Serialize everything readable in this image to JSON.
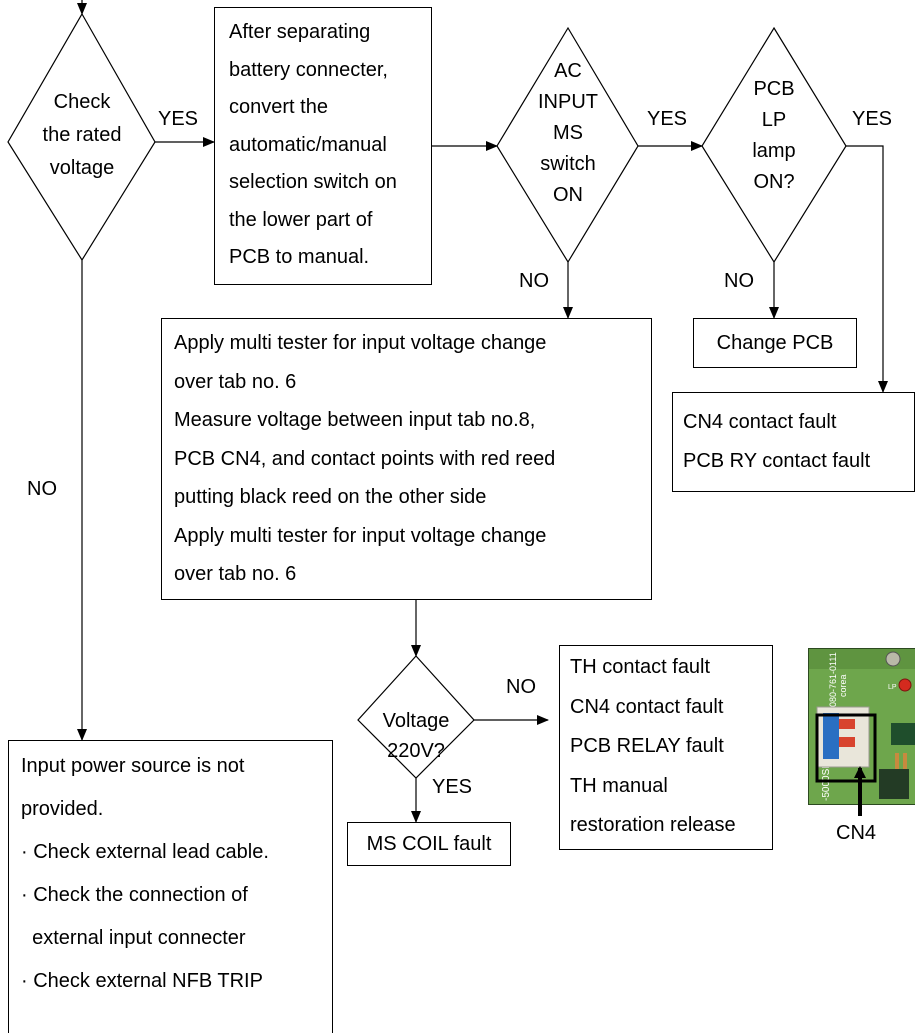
{
  "decisions": {
    "rated_voltage": [
      "Check",
      "the rated",
      "voltage"
    ],
    "ac_input": [
      "AC",
      "INPUT",
      "MS",
      "switch",
      "ON"
    ],
    "pcb_lamp": [
      "PCB",
      "LP",
      "lamp",
      "ON?"
    ],
    "voltage_220": [
      "Voltage",
      "220V?"
    ]
  },
  "boxes": {
    "separate_battery": [
      "After separating",
      "battery connecter,",
      "convert the",
      "automatic/manual",
      "selection switch on",
      "the lower part of",
      "PCB to manual."
    ],
    "change_pcb": "Change PCB",
    "cn4_faults": [
      "CN4 contact fault",
      "PCB RY contact fault"
    ],
    "multi_tester": [
      "Apply multi tester for input voltage change",
      "over tab no. 6",
      "Measure voltage between input tab no.8,",
      "PCB CN4, and contact points with red reed",
      "putting black reed on the other side",
      "Apply multi tester for input voltage change",
      "over tab no. 6"
    ],
    "th_faults": [
      "TH contact fault",
      "CN4 contact fault",
      "PCB RELAY fault",
      "TH manual",
      "restoration release"
    ],
    "ms_coil": "MS COIL fault",
    "input_power": {
      "lines": [
        "Input power source is not",
        "provided."
      ],
      "bullets": [
        "· Check external lead cable.",
        "· Check the connection of",
        "  external input connecter",
        "· Check external NFB TRIP"
      ]
    }
  },
  "labels": {
    "yes_1": "YES",
    "yes_2": "YES",
    "yes_3": "YES",
    "yes_4": "YES",
    "no_1": "NO",
    "no_2": "NO",
    "no_3": "NO",
    "no_4": "NO"
  },
  "photo": {
    "caption": "CN4",
    "pcb_marking": "-5000SN-",
    "pcb_code": "080-761-0111",
    "pcb_origin": "corea",
    "lp_marking": "LP"
  },
  "colors": {
    "line": "#000000",
    "pcb_green": "#6aa14a",
    "led_red": "#d42a1e"
  }
}
